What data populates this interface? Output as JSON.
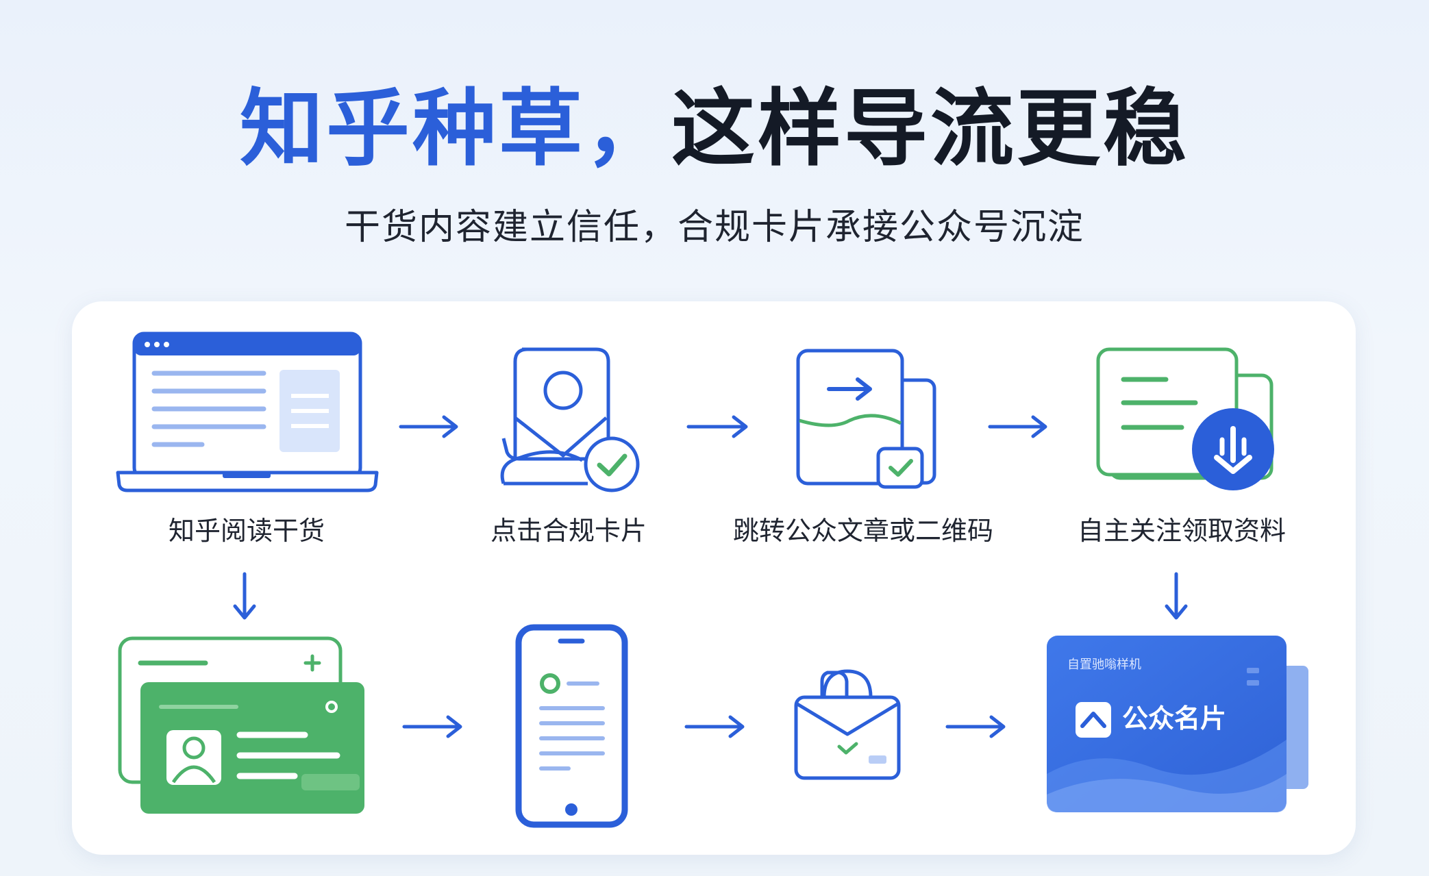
{
  "title": {
    "part1": "知乎种草，",
    "part2": "这样导流更稳"
  },
  "subtitle": "干货内容建立信任，合规卡片承接公众号沉淀",
  "steps": [
    {
      "label": "知乎阅读干货",
      "icon": "laptop-article-icon"
    },
    {
      "label": "点击合规卡片",
      "icon": "profile-card-check-icon"
    },
    {
      "label": "跳转公众文章或二维码",
      "icon": "document-redirect-icon"
    },
    {
      "label": "自主关注领取资料",
      "icon": "document-download-icon"
    }
  ],
  "bottom_icons": [
    "id-card-icon",
    "smartphone-icon",
    "shopping-bag-icon",
    "account-card-icon"
  ],
  "account_card": {
    "small_text": "自置驰嗡样机",
    "name": "公众名片"
  },
  "colors": {
    "blue": "#2b5fd9",
    "green": "#4db26a",
    "dark": "#141a26"
  }
}
